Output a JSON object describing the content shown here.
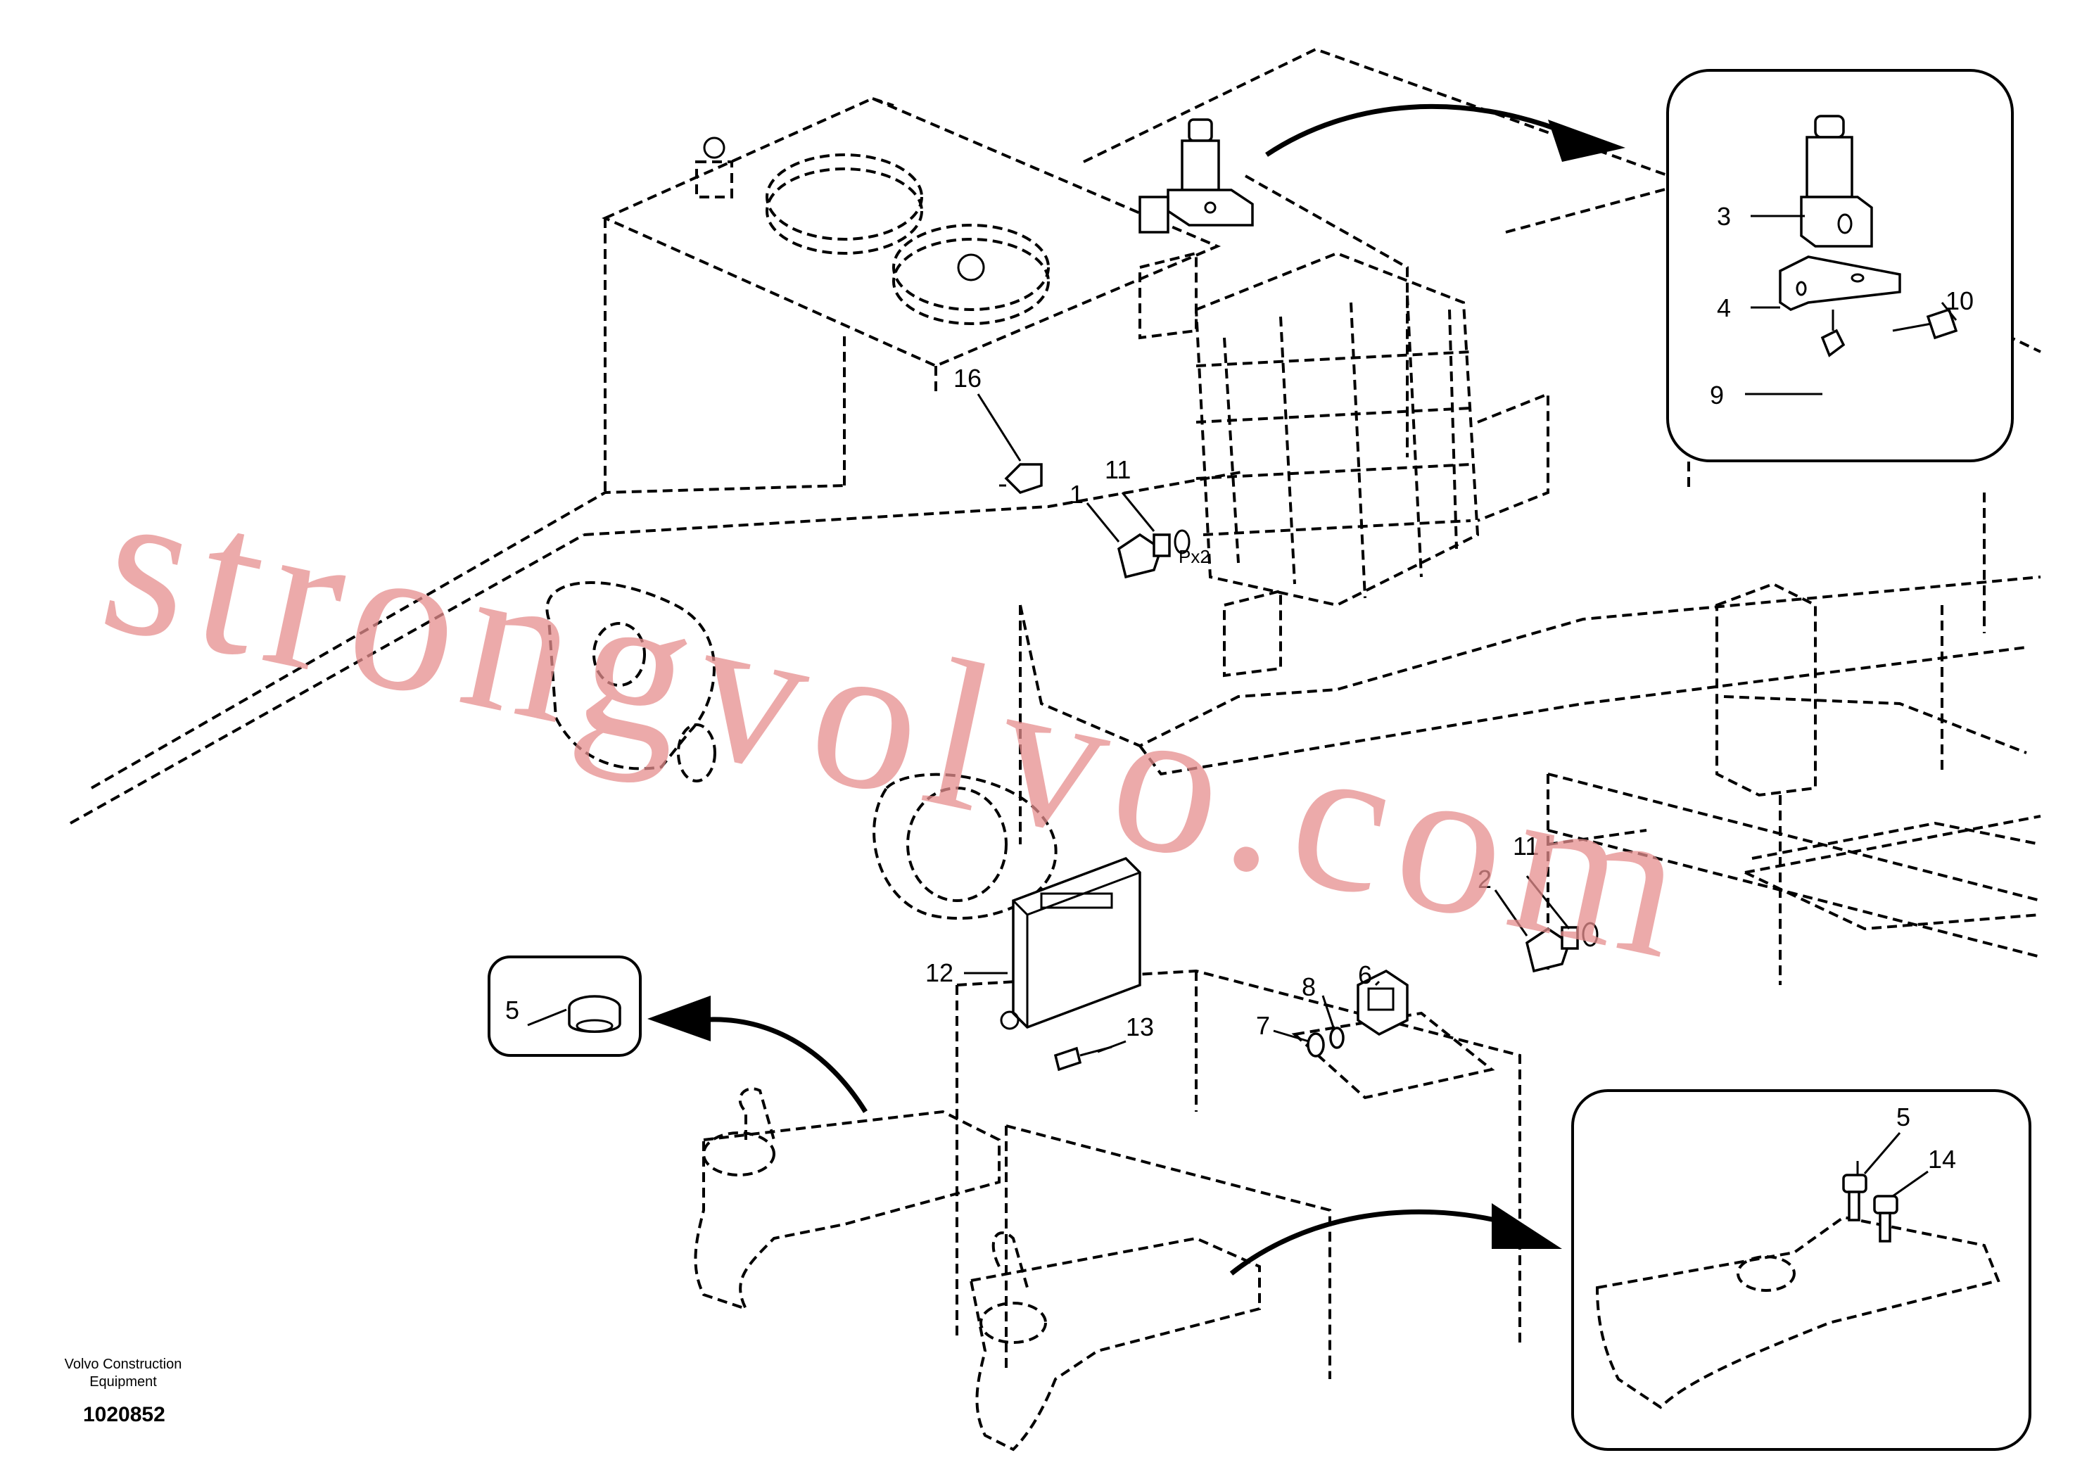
{
  "brand": {
    "line1": "Volvo Construction",
    "line2": "Equipment",
    "document_number": "1020852"
  },
  "watermark": "strongvolvo.com",
  "callouts": {
    "c1": "1",
    "c2": "2",
    "c3": "3",
    "c4": "4",
    "c5_left": "5",
    "c5_right": "5",
    "c6": "6",
    "c7": "7",
    "c8": "8",
    "c9": "9",
    "c10": "10",
    "c11_top": "11",
    "c11_mid": "11",
    "c12": "12",
    "c13": "13",
    "c14": "14",
    "c16": "16",
    "qty_note": "Px2"
  }
}
